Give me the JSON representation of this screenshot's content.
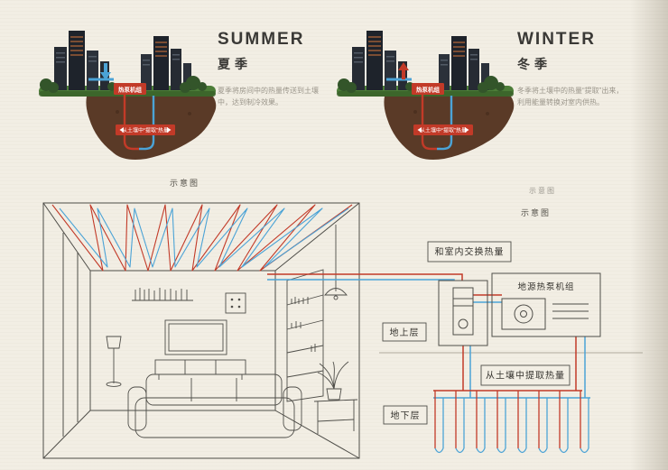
{
  "colors": {
    "background": "#f2eee4",
    "hot_pipe_red": "#c23a28",
    "cold_pipe_blue": "#4ba3d6",
    "soil_brown": "#5a3a27",
    "grass_green": "#4c7d38",
    "line_ink": "#4f4e49"
  },
  "summer": {
    "title": "SUMMER",
    "subtitle": "夏季",
    "desc_line1": "夏季将房间中的热量传送到土壤",
    "desc_line2": "中，达到制冷效果。",
    "unit_label": "热泵机组",
    "soil_label": "从土壤中“提取”热量",
    "caption": "示意图"
  },
  "winter": {
    "title": "WINTER",
    "subtitle": "冬季",
    "desc_line1": "冬季将土壤中的热量“提取”出来，",
    "desc_line2": "利用能量转换对室内供热。",
    "unit_label": "热泵机组",
    "soil_label": "从土壤中“提取”热量",
    "caption": "示意图",
    "caption2": "示意图"
  },
  "flow": {
    "exchange_label": "和室内交换热量",
    "unit_label": "地源热泵机组",
    "above_label": "地上层",
    "extract_label": "从土壤中提取热量",
    "below_label": "地下层"
  }
}
